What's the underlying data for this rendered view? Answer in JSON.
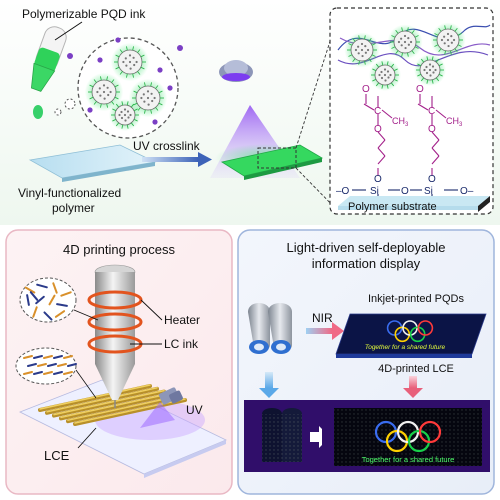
{
  "top": {
    "ink_label": "Polymerizable PQD ink",
    "uv_label": "UV crosslink",
    "substrate_label_line1": "Vinyl-functionalized",
    "substrate_label_line2": "polymer",
    "zoom_substrate_label": "Polymer substrate",
    "chem": {
      "c": "C",
      "o": "O",
      "ch3": "CH",
      "ch3_sub": "3",
      "si": "Si",
      "dash_o": "–O",
      "o_dash": "O–"
    }
  },
  "bottom_left": {
    "title": "4D printing process",
    "heater_label": "Heater",
    "lc_ink_label": "LC ink",
    "uv_label": "UV",
    "lce_label": "LCE"
  },
  "bottom_right": {
    "title_line1": "Light-driven self-deployable",
    "title_line2": "information display",
    "nir_label": "NIR",
    "inkjet_label": "Inkjet-printed PQDs",
    "lce_label": "4D-printed LCE",
    "motto_small": "Together for a shared future",
    "motto_display": "Together for a shared future"
  },
  "colors": {
    "green_pqd": "#2fd25a",
    "uv_purple": "#8a3fe0",
    "heater_orange": "#e2541e",
    "arrow_blue": "#5aa8e8",
    "arrow_pink": "#e8607a",
    "panel_left_border": "#e9b8c4",
    "panel_right_border": "#9fb5dc"
  }
}
